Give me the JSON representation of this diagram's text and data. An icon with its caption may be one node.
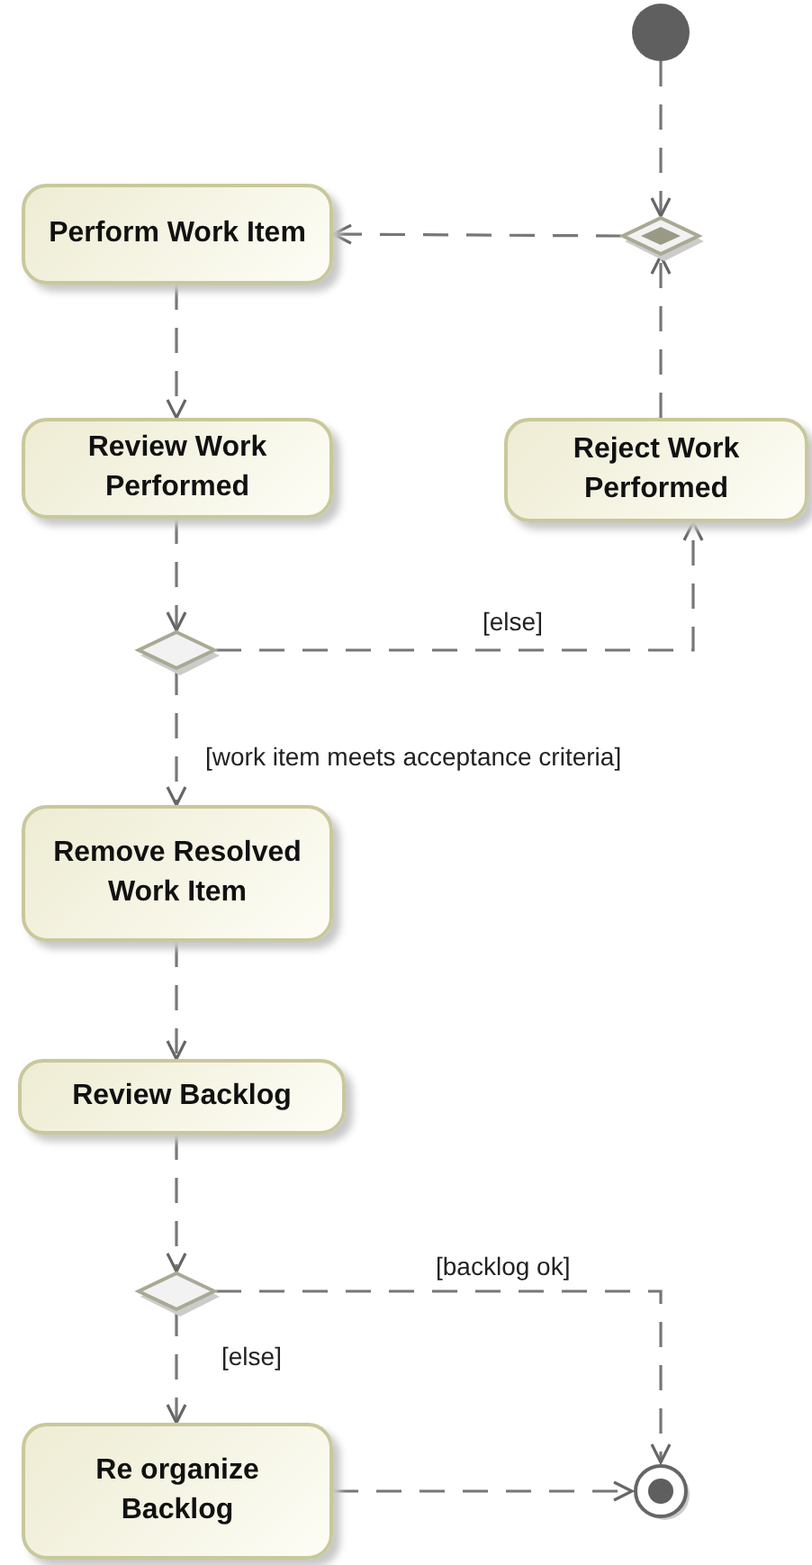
{
  "diagram": {
    "nodes": [
      {
        "text": [],
        "shape": "circle"
      },
      {
        "text": [],
        "shape": "diamond"
      },
      {
        "text": [
          "Perform Work Item"
        ]
      },
      {
        "text": [
          "Review Work Performed"
        ]
      },
      {
        "text": [
          "Reject Work Performed"
        ]
      },
      {
        "text": [],
        "shape": "diamond"
      },
      {
        "text": [
          "Remove Resolved Work Item"
        ]
      },
      {
        "text": [
          "Review Backlog"
        ]
      },
      {
        "text": [],
        "shape": "diamond"
      },
      {
        "text": [
          "Re organize Backlog"
        ]
      },
      {
        "text": [],
        "shape": "bullseye"
      }
    ],
    "edges": [
      {
        "from": 0,
        "to": 1,
        "arrow": "to"
      },
      {
        "from": 1,
        "to": 2,
        "arrow": "to"
      },
      {
        "from": 4,
        "to": 1,
        "arrow": "to"
      },
      {
        "from": 2,
        "to": 3,
        "arrow": "to"
      },
      {
        "from": 3,
        "to": 5,
        "arrow": "to"
      },
      {
        "from": 5,
        "to": 4,
        "arrow": "to",
        "label": "[else]"
      },
      {
        "from": 5,
        "to": 6,
        "arrow": "to",
        "label": "[work item meets acceptance criteria]"
      },
      {
        "from": 6,
        "to": 7,
        "arrow": "to"
      },
      {
        "from": 7,
        "to": 8,
        "arrow": "to"
      },
      {
        "from": 8,
        "to": 10,
        "arrow": "to",
        "label": "[backlog ok]"
      },
      {
        "from": 8,
        "to": 9,
        "arrow": "to",
        "label": "[else]"
      },
      {
        "from": 9,
        "to": 10,
        "arrow": "to"
      }
    ]
  }
}
